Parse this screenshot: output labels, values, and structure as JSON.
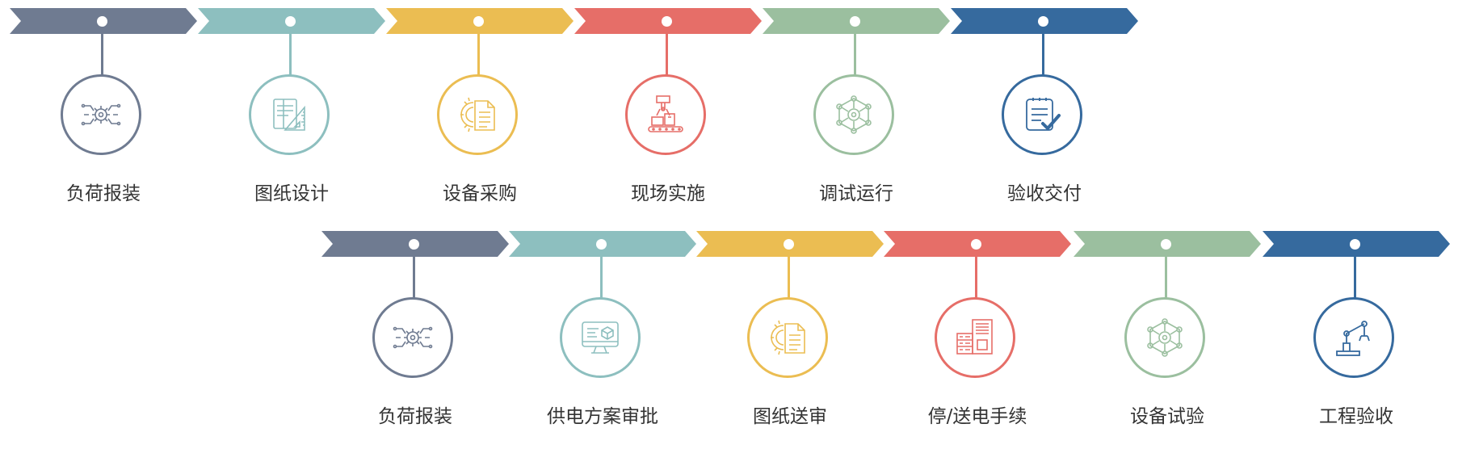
{
  "colors": {
    "slate": "#6f7b91",
    "teal": "#8dbfbf",
    "yellow": "#ebbd52",
    "red": "#e66e68",
    "green": "#9bbf9f",
    "blue": "#366a9e"
  },
  "row1": {
    "steps": [
      {
        "label": "负荷报装",
        "color": "#6f7b91",
        "icon": "circuit-gear-icon"
      },
      {
        "label": "图纸设计",
        "color": "#8dbfbf",
        "icon": "blueprint-ruler-icon"
      },
      {
        "label": "设备采购",
        "color": "#ebbd52",
        "icon": "gear-document-icon"
      },
      {
        "label": "现场实施",
        "color": "#e66e68",
        "icon": "factory-robot-icon"
      },
      {
        "label": "调试运行",
        "color": "#9bbf9f",
        "icon": "network-gear-icon"
      },
      {
        "label": "验收交付",
        "color": "#366a9e",
        "icon": "checklist-icon"
      }
    ]
  },
  "row2": {
    "steps": [
      {
        "label": "负荷报装",
        "color": "#6f7b91",
        "icon": "circuit-gear-icon"
      },
      {
        "label": "供电方案审批",
        "color": "#8dbfbf",
        "icon": "monitor-cube-icon"
      },
      {
        "label": "图纸送审",
        "color": "#ebbd52",
        "icon": "gear-document-icon"
      },
      {
        "label": "停/送电手续",
        "color": "#e66e68",
        "icon": "building-server-icon"
      },
      {
        "label": "设备试验",
        "color": "#9bbf9f",
        "icon": "network-gear-icon"
      },
      {
        "label": "工程验收",
        "color": "#366a9e",
        "icon": "robot-arm-icon"
      }
    ]
  }
}
